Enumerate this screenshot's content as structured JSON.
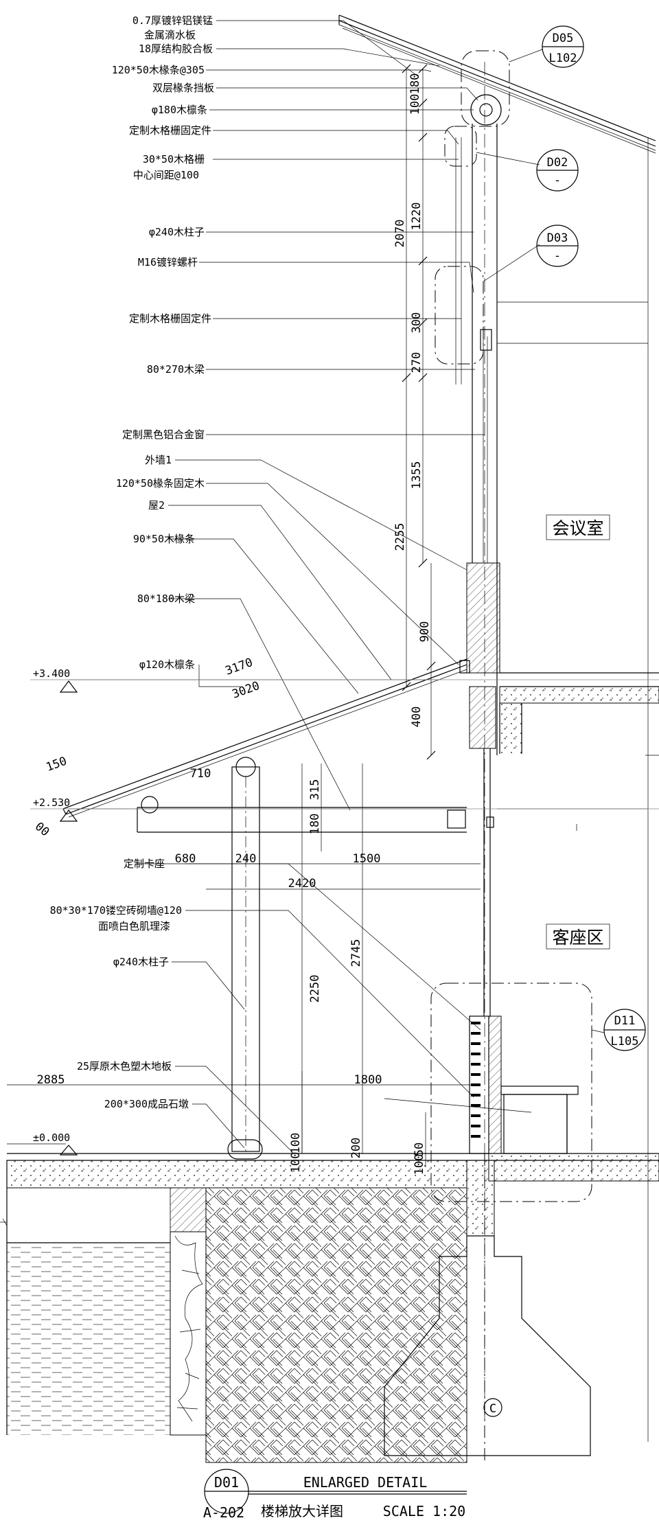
{
  "labels": {
    "l01": "0.7厚镀锌铝镁锰",
    "l02": "金属滴水板",
    "l03": "18厚结构胶合板",
    "l04": "120*50木椽条@305",
    "l05": "双层椽条挡板",
    "l06": "φ180木檩条",
    "l07": "定制木格栅固定件",
    "l08": "30*50木格栅",
    "l09": "中心间距@100",
    "l10": "φ240木柱子",
    "l11": "M16镀锌螺杆",
    "l12": "定制木格栅固定件",
    "l13": "80*270木梁",
    "l14": "定制黑色铝合金窗",
    "l15": "外墙1",
    "l16": "120*50椽条固定木",
    "l17": "屋2",
    "l18": "90*50木椽条",
    "l19": "80*180木梁",
    "l20": "φ120木檩条",
    "l21": "定制卡座",
    "l22": "80*30*170镂空砖砌墙@120",
    "l23": "面喷白色肌理漆",
    "l24": "φ240木柱子",
    "l25": "25厚原木色塑木地板",
    "l26": "200*300成品石墩"
  },
  "dimensions": {
    "d100a": "100",
    "d180a": "180",
    "d2070": "2070",
    "d1220": "1220",
    "d300": "300",
    "d270": "270",
    "d1355": "1355",
    "d2255": "2255",
    "d900": "900",
    "d400": "400",
    "d3170": "3170",
    "d3020": "3020",
    "d150": "150",
    "d710": "710",
    "d315": "315",
    "d180b": "180",
    "d680": "680",
    "d240": "240",
    "d1500": "1500",
    "d2420": "2420",
    "d2745": "2745",
    "d2250": "2250",
    "d2885": "2885",
    "d1800": "1800",
    "d100b": "100",
    "d100c": "100",
    "d200": "200",
    "d100d": "100",
    "d50": "50",
    "d00": "00"
  },
  "levels": {
    "lv1": "+3.400",
    "lv2": "+2.530",
    "lv3": "±0.000"
  },
  "rooms": {
    "meeting": "会议室",
    "lounge": "客座区"
  },
  "callouts": {
    "c1_top": "D05",
    "c1_bot": "L102",
    "c2_top": "D02",
    "c2_bot": "-",
    "c3_top": "D03",
    "c3_bot": "-",
    "c4_top": "D11",
    "c4_bot": "L105"
  },
  "grid_axis": "C",
  "title_block": {
    "id": "D01",
    "en_title": "ENLARGED DETAIL",
    "sheet": "A-202",
    "cn_title": "楼梯放大详图",
    "scale": "SCALE 1:20"
  }
}
